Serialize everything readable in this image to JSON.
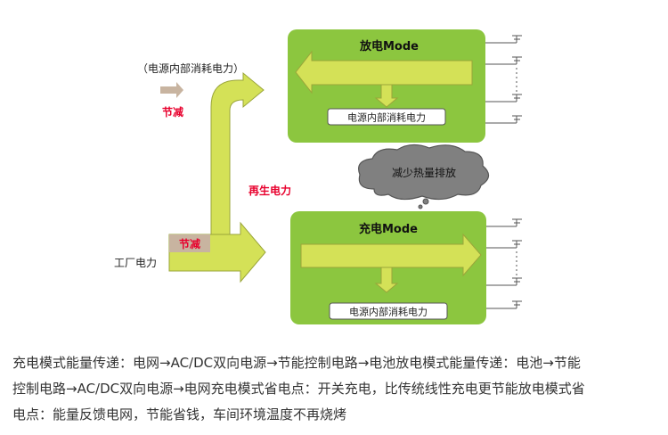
{
  "diagram": {
    "label_consumption_paren": "（电源内部消耗电力）",
    "label_save_top": "节减",
    "label_regen": "再生电力",
    "label_save_bottom": "节减",
    "label_factory": "工厂电力",
    "box_discharge": {
      "title": "放电Mode",
      "inner_label": "电源内部消耗电力"
    },
    "box_charge": {
      "title": "充电Mode",
      "inner_label": "电源内部消耗电力"
    },
    "cloud_text": "减少热量排放",
    "colors": {
      "green_box": "#8cc63f",
      "yellow_arrow": "#d4e157",
      "red_text": "#e8002d",
      "tan_arrow": "#c8b4a0",
      "cloud": "#808080"
    }
  },
  "caption": {
    "line1": "充电模式能量传递：电网→AC/DC双向电源→节能控制电路→电池放电模式能量传递：电池→节能",
    "line2": "控制电路→AC/DC双向电源→电网充电模式省电点：开关充电，比传统线性充电更节能放电模式省",
    "line3": "电点：能量反馈电网，节能省钱，车间环境温度不再烧烤"
  }
}
